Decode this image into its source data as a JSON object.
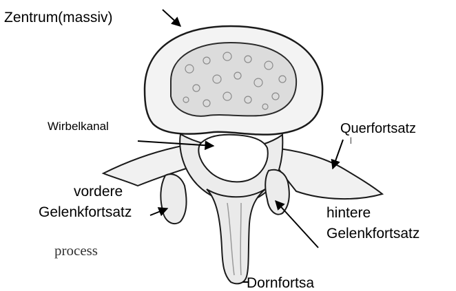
{
  "labels": {
    "zentrum": "Zentrum(massiv)",
    "wirbelkanal": "Wirbelkanal",
    "querfortsatz": "Querfortsatz",
    "querfortsatz_mark": "|",
    "vordere_line1": "vordere",
    "vordere_line2": "Gelenkfortsatz",
    "hintere_line1": "hintere",
    "hintere_line2": "Gelenkfortsatz",
    "process": "process",
    "dornfortsatz": "Dornfortsa"
  },
  "colors": {
    "ink": "#1a1a1a",
    "bone_fill": "#efefef",
    "shade": "#9a9a9a"
  }
}
